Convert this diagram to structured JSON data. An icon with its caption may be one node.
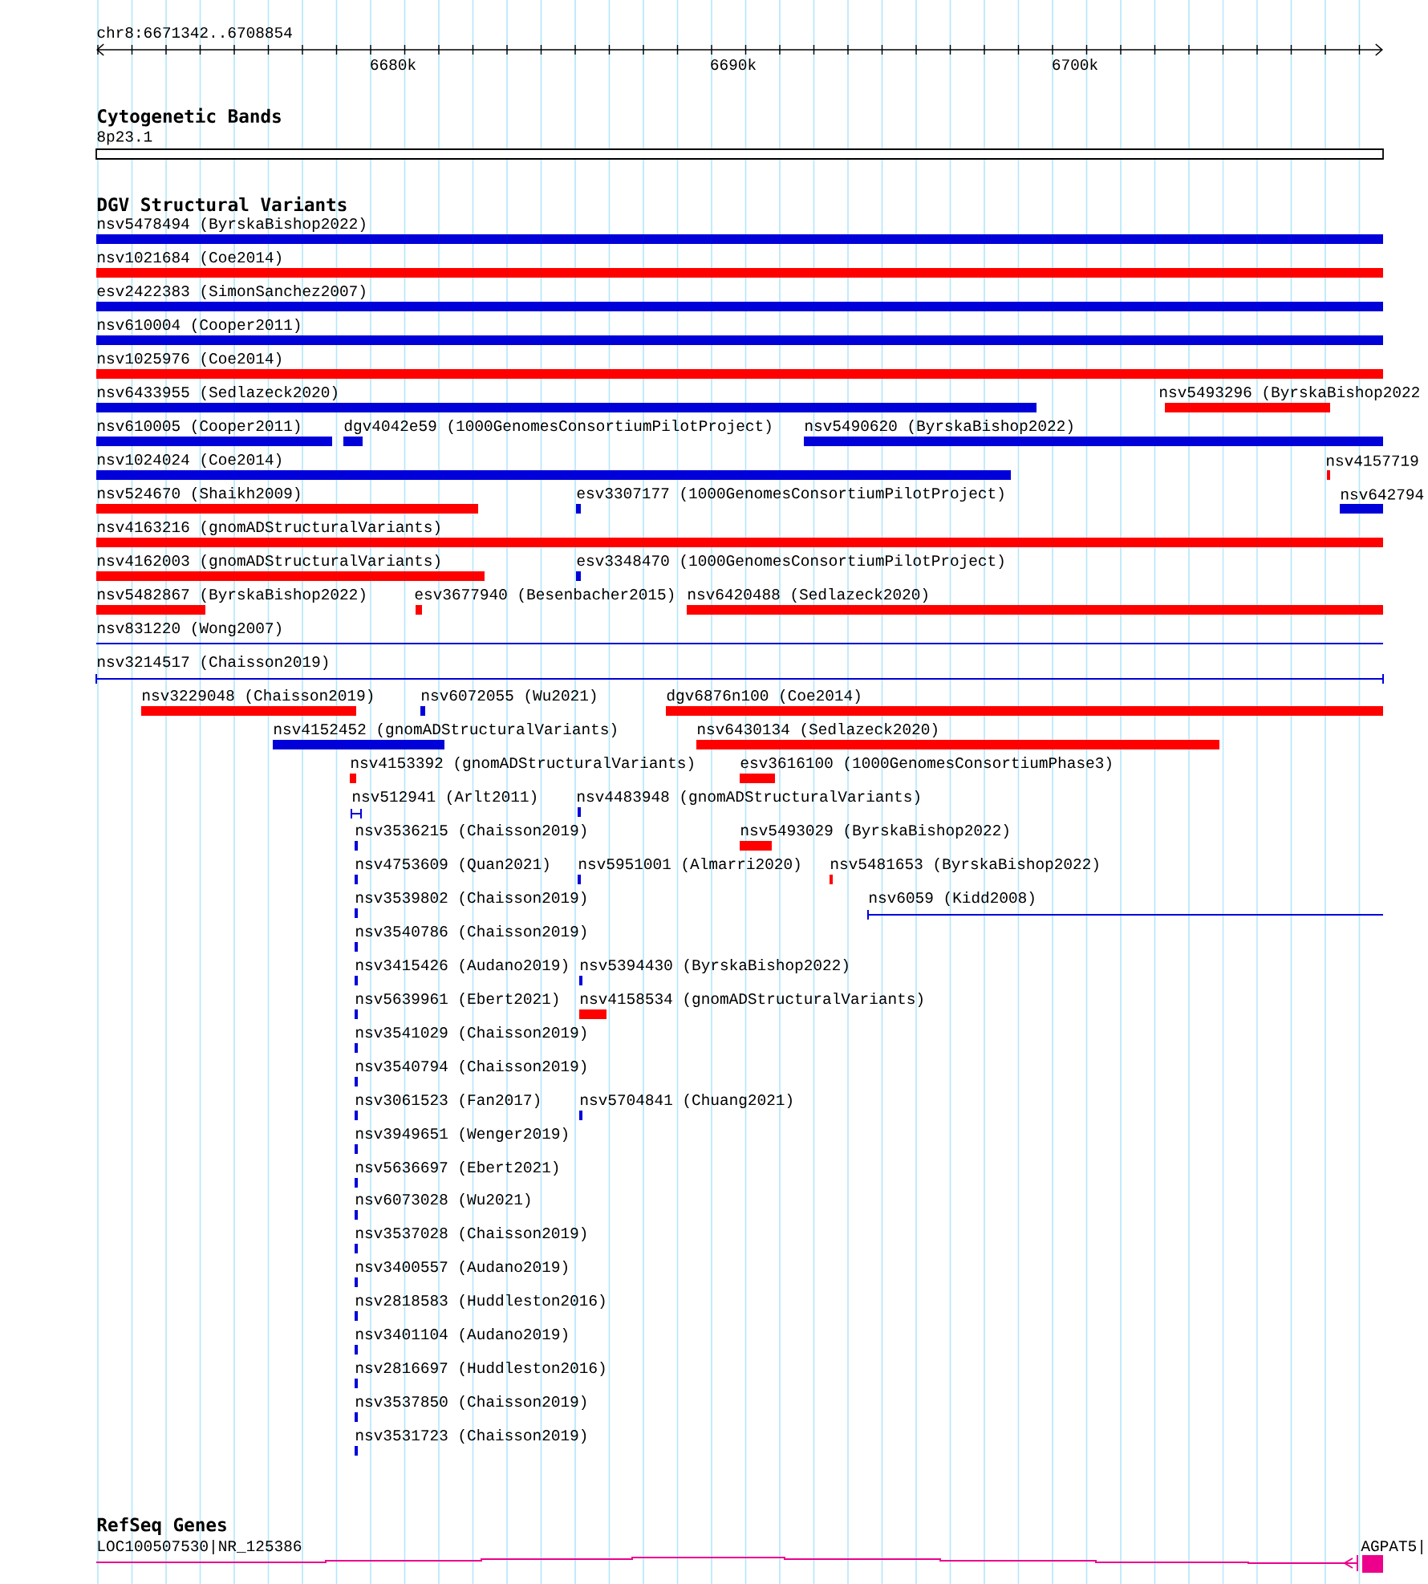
{
  "diagram": {
    "labels": [
      "chr8:6671342..6708854",
      "6680k",
      "6690k",
      "6700k",
      "Cytogenetic Bands",
      "8p23.1",
      "DGV Structural Variants",
      "nsv5478494 (ByrskaBishop2022)",
      "nsv1021684 (Coe2014)",
      "esv2422383 (SimonSanchez2007)",
      "nsv610004 (Cooper2011)",
      "nsv1025976 (Coe2014)",
      "nsv6433955 (Sedlazeck2020)",
      "nsv5493296 (ByrskaBishop2022",
      "nsv610005 (Cooper2011)",
      "dgv4042e59 (1000GenomesConsortiumPilotProject)",
      "nsv5490620 (ByrskaBishop2022)",
      "nsv1024024 (Coe2014)",
      "nsv4157719",
      "nsv524670 (Shaikh2009)",
      "esv3307177 (1000GenomesConsortiumPilotProject)",
      "nsv642794",
      "nsv4163216 (gnomADStructuralVariants)",
      "nsv4162003 (gnomADStructuralVariants)",
      "esv3348470 (1000GenomesConsortiumPilotProject)",
      "nsv5482867 (ByrskaBishop2022)",
      "esv3677940 (Besenbacher2015)",
      "nsv6420488 (Sedlazeck2020)",
      "nsv831220 (Wong2007)",
      "nsv3214517 (Chaisson2019)",
      "nsv3229048 (Chaisson2019)",
      "nsv6072055 (Wu2021)",
      "dgv6876n100 (Coe2014)",
      "nsv4152452 (gnomADStructuralVariants)",
      "nsv6430134 (Sedlazeck2020)",
      "nsv4153392 (gnomADStructuralVariants)",
      "esv3616100 (1000GenomesConsortiumPhase3)",
      "nsv512941 (Arlt2011)",
      "nsv4483948 (gnomADStructuralVariants)",
      "nsv3536215 (Chaisson2019)",
      "nsv5493029 (ByrskaBishop2022)",
      "nsv4753609 (Quan2021)",
      "nsv5951001 (Almarri2020)",
      "nsv5481653 (ByrskaBishop2022)",
      "nsv3539802 (Chaisson2019)",
      "nsv6059 (Kidd2008)",
      "nsv3540786 (Chaisson2019)",
      "nsv3415426 (Audano2019)",
      "nsv5394430 (ByrskaBishop2022)",
      "nsv5639961 (Ebert2021)",
      "nsv4158534 (gnomADStructuralVariants)",
      "nsv3541029 (Chaisson2019)",
      "nsv3540794 (Chaisson2019)",
      "nsv3061523 (Fan2017)",
      "nsv5704841 (Chuang2021)",
      "nsv3949651 (Wenger2019)",
      "nsv5636697 (Ebert2021)",
      "nsv6073028 (Wu2021)",
      "nsv3537028 (Chaisson2019)",
      "nsv3400557 (Audano2019)",
      "nsv2818583 (Huddleston2016)",
      "nsv3401104 (Audano2019)",
      "nsv2816697 (Huddleston2016)",
      "nsv3537850 (Chaisson2019)",
      "nsv3531723 (Chaisson2019)",
      "RefSeq Genes",
      "LOC100507530|NR_125386",
      "AGPAT5|"
    ]
  }
}
